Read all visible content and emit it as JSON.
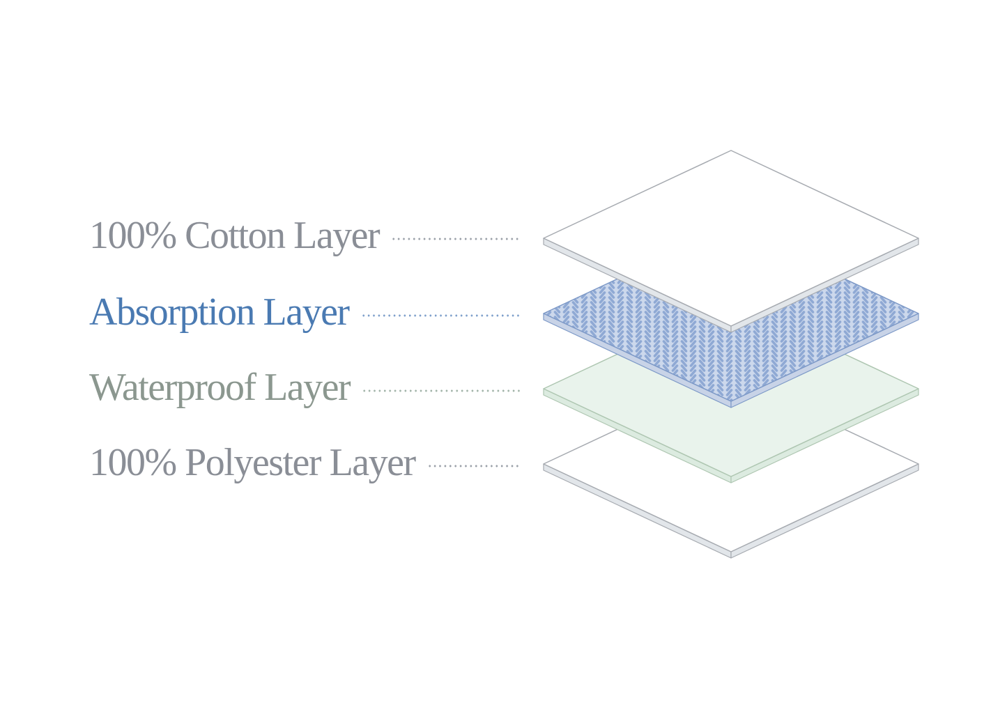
{
  "page": {
    "background": "#ffffff"
  },
  "diagram": {
    "labels": [
      {
        "id": "cotton",
        "text": "100% Cotton Layer",
        "color": "#8a8e96",
        "dot_color": "#9aa0a8"
      },
      {
        "id": "absorption",
        "text": "Absorption Layer",
        "color": "#4a7ab2",
        "dot_color": "#7fa0cb"
      },
      {
        "id": "waterproof",
        "text": "Waterproof Layer",
        "color": "#8b978f",
        "dot_color": "#a2b4a9"
      },
      {
        "id": "polyester",
        "text": "100% Polyester Layer",
        "color": "#8a8e96",
        "dot_color": "#9aa0a8"
      }
    ],
    "layers": [
      {
        "id": "cotton",
        "name": "cotton-layer",
        "top_fill": "#ffffff",
        "side_fill": "#e2e6ea",
        "stroke": "#a6aab0",
        "pattern": false
      },
      {
        "id": "absorption",
        "name": "absorption-layer",
        "top_fill": "#ccd8ec",
        "side_fill": "#c8d3e7",
        "stroke": "#7d99c7",
        "pattern": true,
        "pattern_dash_color": "#8fa9d4"
      },
      {
        "id": "waterproof",
        "name": "waterproof-layer",
        "top_fill": "#e9f3ec",
        "side_fill": "#dcebe0",
        "stroke": "#aec6b1",
        "pattern": false
      },
      {
        "id": "polyester",
        "name": "polyester-layer",
        "top_fill": "#ffffff",
        "side_fill": "#e2e6ea",
        "stroke": "#a6aab0",
        "pattern": false
      }
    ]
  }
}
